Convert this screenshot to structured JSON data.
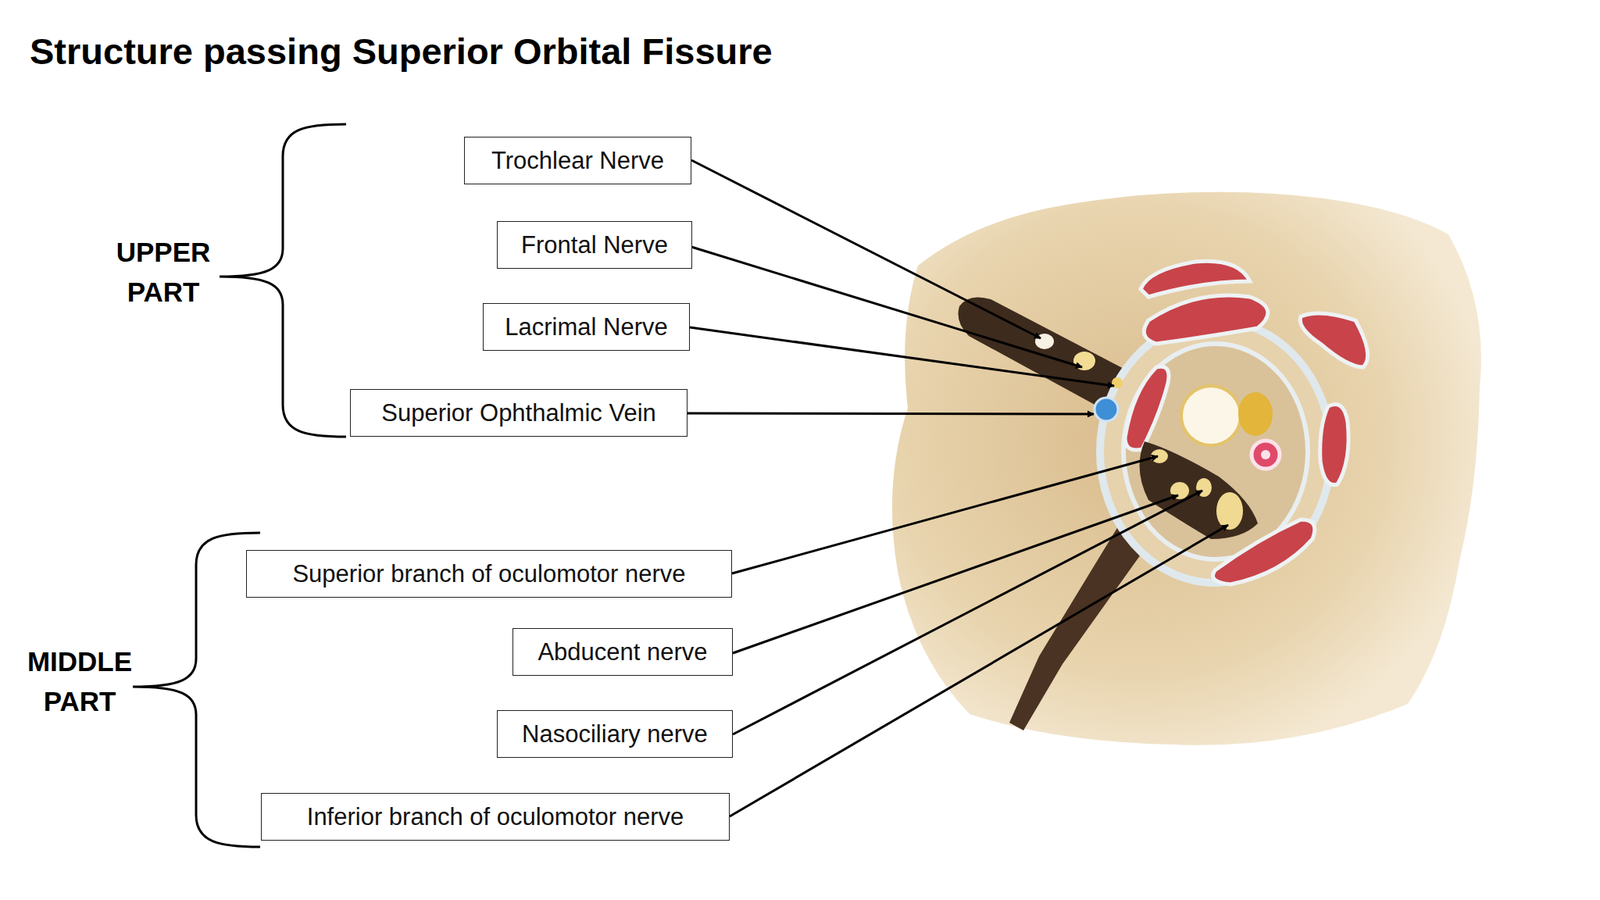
{
  "diagram": {
    "title": "Structure passing Superior Orbital Fissure",
    "nodes": [
      {
        "text": [
          "Trochlear Nerve"
        ]
      },
      {
        "text": [
          "Frontal Nerve"
        ]
      },
      {
        "text": [
          "Lacrimal Nerve"
        ]
      },
      {
        "text": [
          "Superior Ophthalmic Vein"
        ]
      },
      {
        "text": [
          "Superior branch of oculomotor nerve"
        ]
      },
      {
        "text": [
          "Abducent nerve"
        ]
      },
      {
        "text": [
          "Nasociliary nerve"
        ]
      },
      {
        "text": [
          "Inferior branch of oculomotor nerve"
        ]
      }
    ],
    "labels": [
      "UPPER PART",
      "MIDDLE PART"
    ]
  }
}
